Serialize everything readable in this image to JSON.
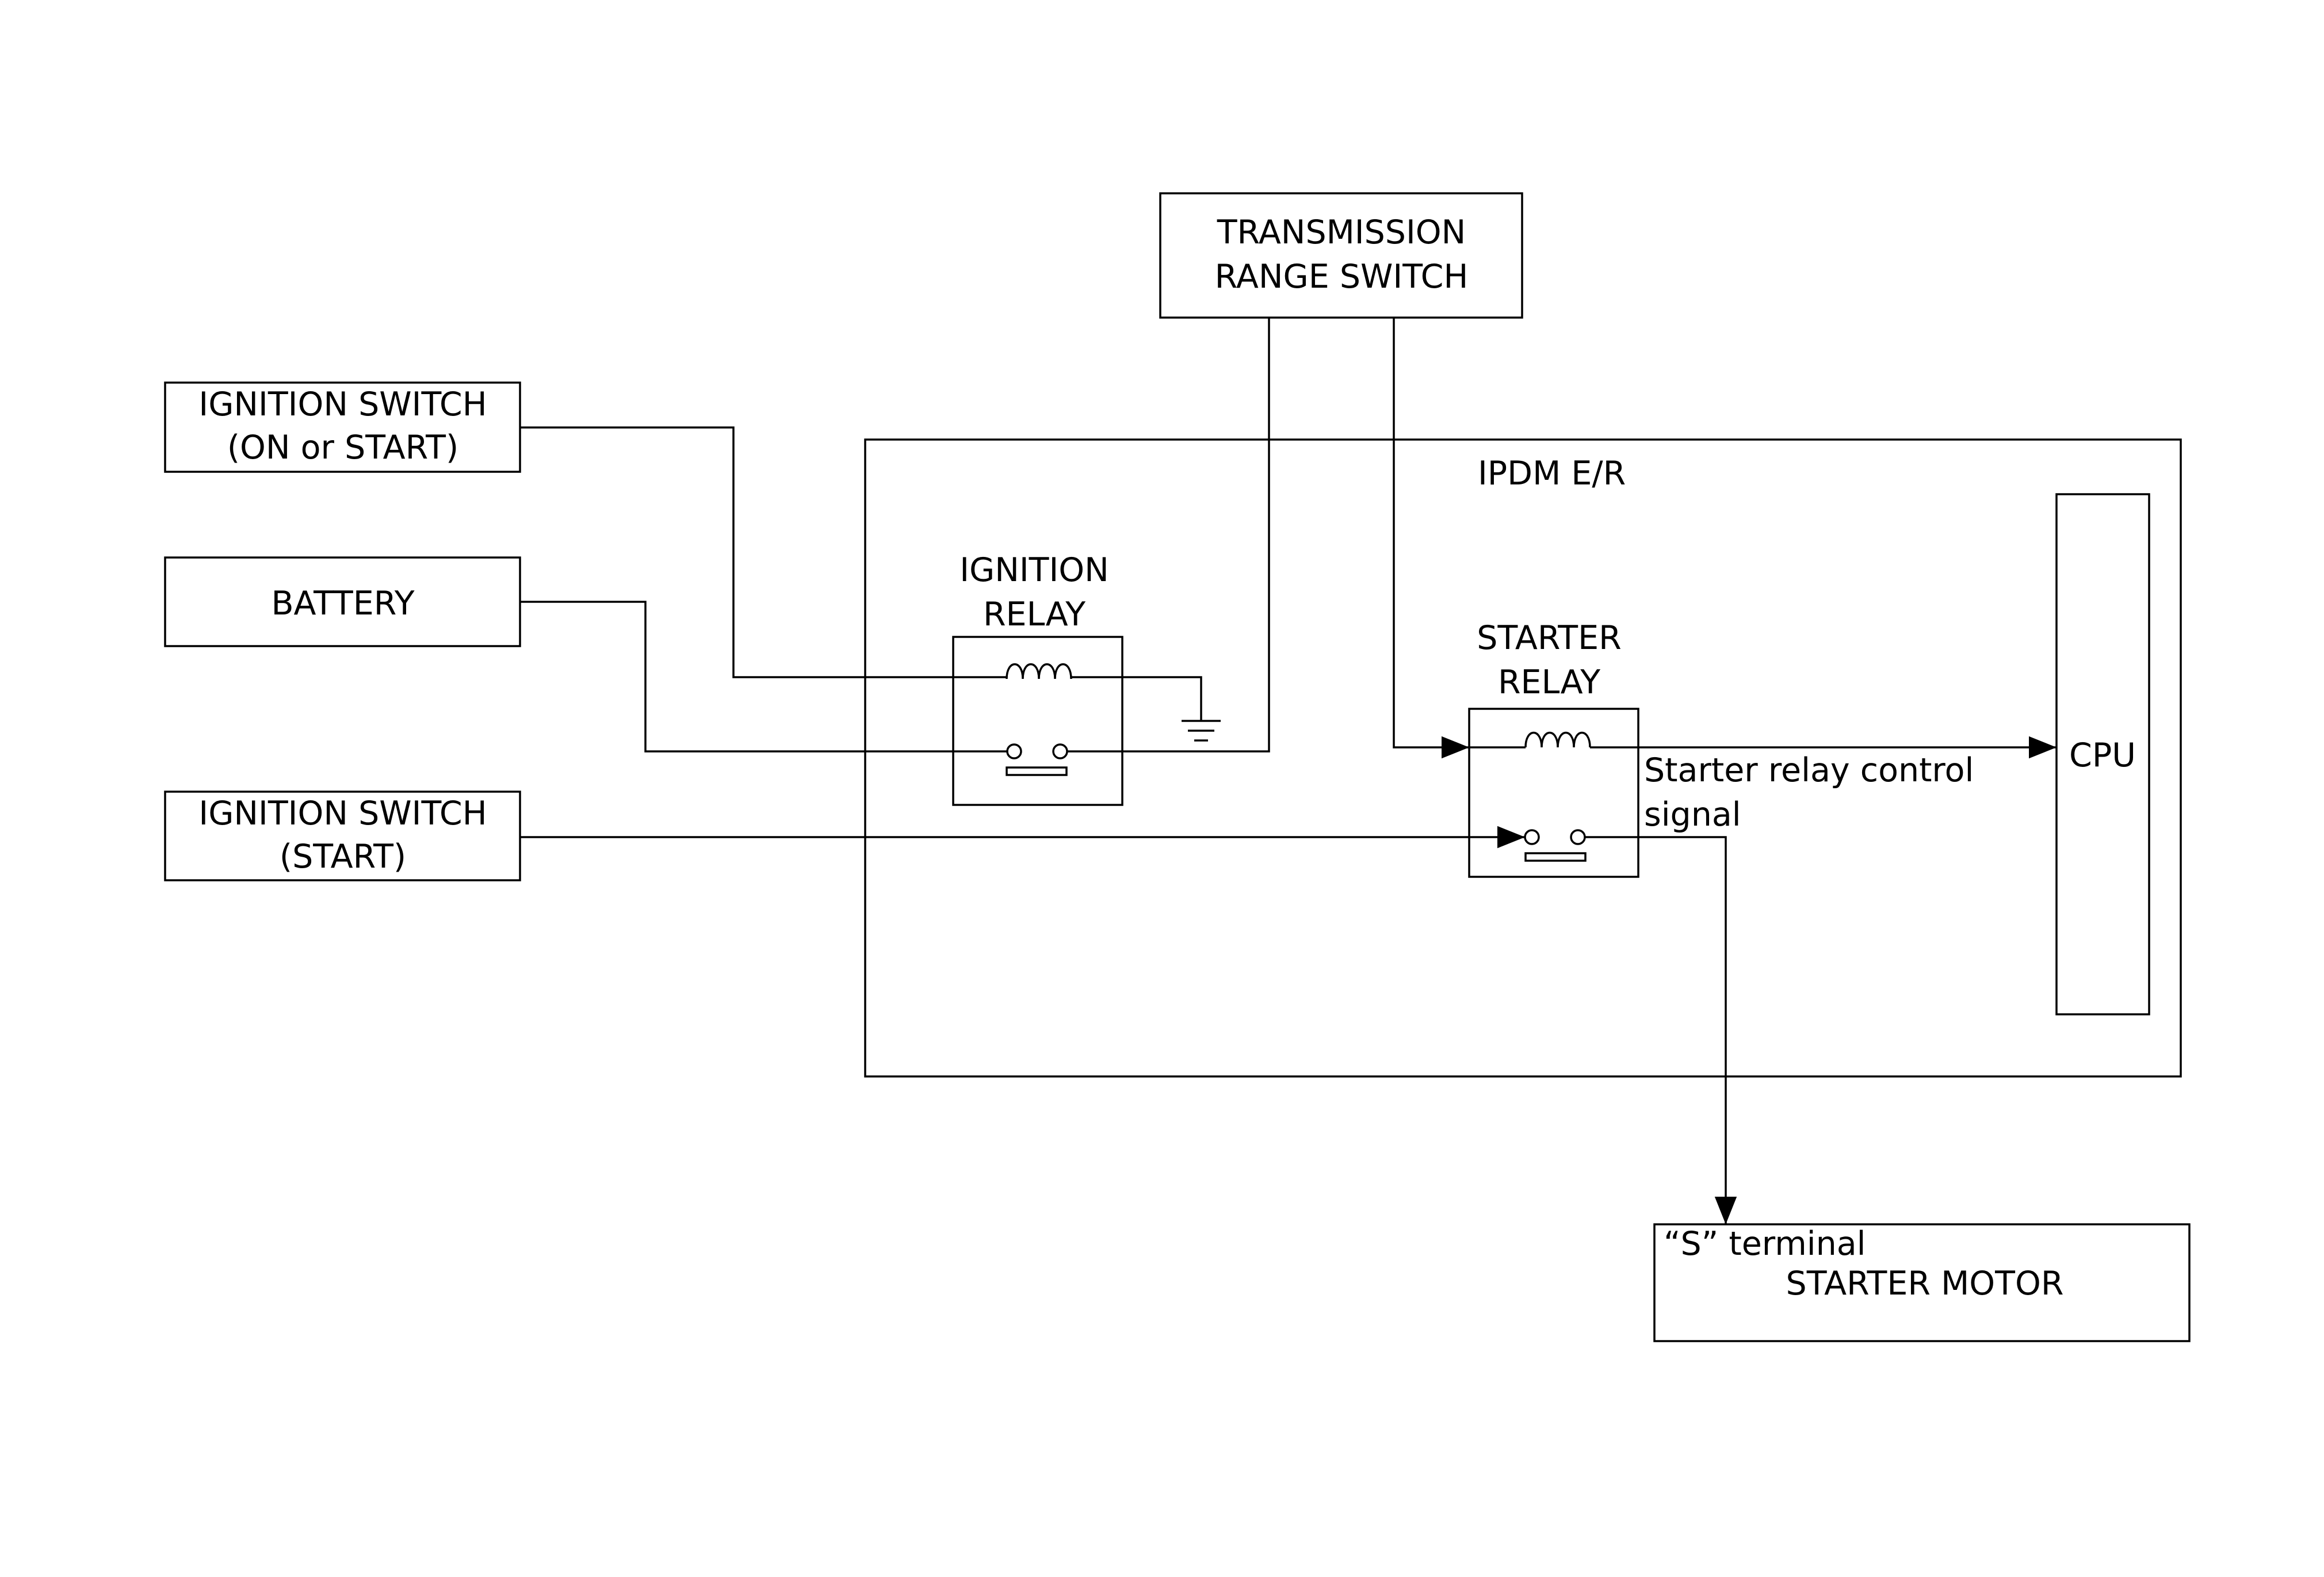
{
  "blocks": {
    "transmission_range_switch": {
      "line1": "TRANSMISSION",
      "line2": "RANGE SWITCH"
    },
    "ignition_switch_on_start": {
      "line1": "IGNITION SWITCH",
      "line2": "(ON or START)"
    },
    "battery": {
      "label": "BATTERY"
    },
    "ignition_switch_start": {
      "line1": "IGNITION SWITCH",
      "line2": "(START)"
    },
    "ipdm": {
      "label": "IPDM E/R"
    },
    "ignition_relay": {
      "line1": "IGNITION",
      "line2": "RELAY"
    },
    "starter_relay": {
      "line1": "STARTER",
      "line2": "RELAY"
    },
    "cpu": {
      "label": "CPU"
    },
    "starter_motor": {
      "terminal": "“S” terminal",
      "label": "STARTER MOTOR"
    }
  },
  "signals": {
    "starter_relay_control_line1": "Starter relay control",
    "starter_relay_control_line2": "signal"
  }
}
